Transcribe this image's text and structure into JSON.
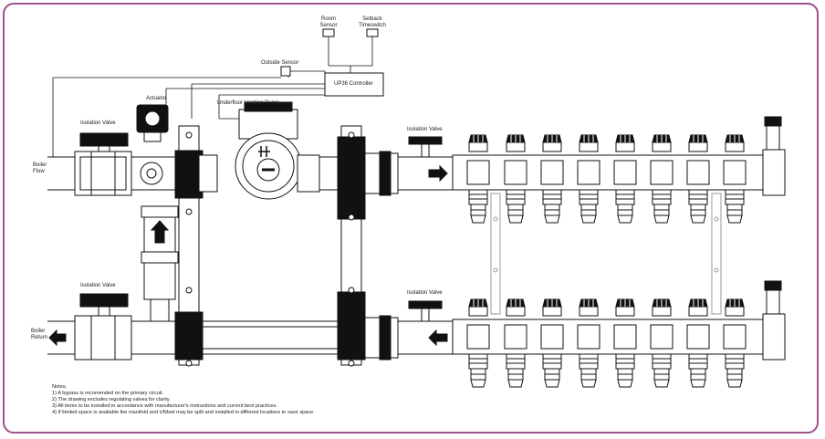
{
  "labels": {
    "room_sensor": [
      "Room",
      "Sensor"
    ],
    "setback_timeswitch": [
      "Setback",
      "Timeswitch"
    ],
    "outside_sensor": "Outside Sensor",
    "controller": "UP36 Controller",
    "actuator": "Actuator",
    "pump": "Underfloor Heating Pump",
    "isolation_valve": "Isolation Valve",
    "boiler_flow": [
      "Boiler",
      "Flow"
    ],
    "boiler_return": [
      "Boiler",
      "Return"
    ]
  },
  "notes": [
    "Notes,",
    "1) A bypass is recomended on the primary circuit.",
    "2) The drawing excludes regulating valves for clarity.",
    "3) All items to be installed in accordance with manufacturer's instructions and current best practices.",
    "4) If limited space is available  the manifold and UNIset may be split and installed in different locations to save space."
  ],
  "colors": {
    "border": "#a0508c",
    "line": "#111111"
  }
}
